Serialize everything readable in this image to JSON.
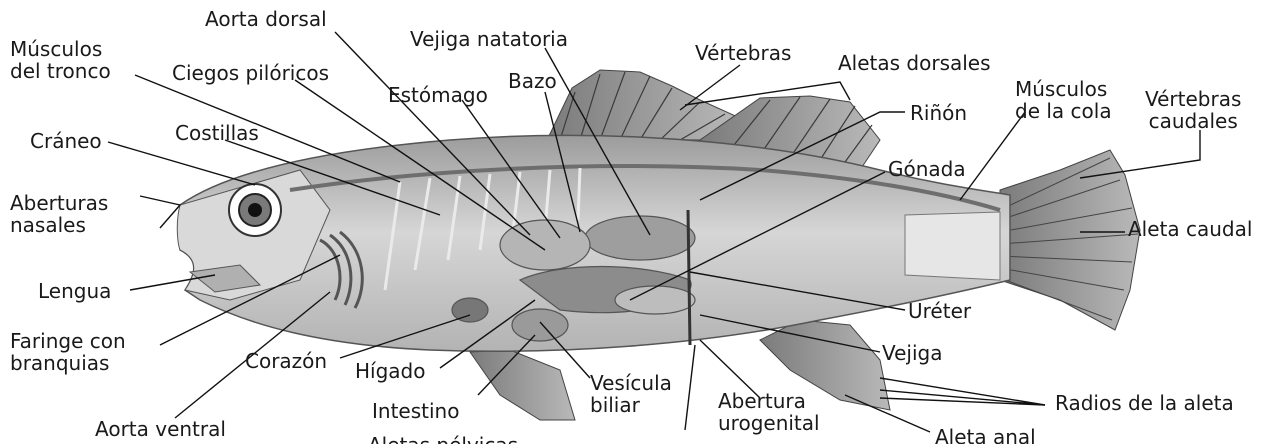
{
  "labels": {
    "aorta_dorsal": "Aorta dorsal",
    "musculos_tronco": "Músculos\ndel tronco",
    "vejiga_natatoria": "Vejiga natatoria",
    "ciegos_piloricos": "Ciegos pilóricos",
    "vertebras": "Vértebras",
    "aletas_dorsales": "Aletas dorsales",
    "bazo": "Bazo",
    "estomago": "Estómago",
    "musculos_cola": "Músculos\nde la cola",
    "vertebras_caudales": "Vértebras\ncaudales",
    "craneo": "Cráneo",
    "costillas": "Costillas",
    "rinon": "Riñón",
    "gonada": "Gónada",
    "aberturas_nasales": "Aberturas\nnasales",
    "aleta_caudal": "Aleta caudal",
    "lengua": "Lengua",
    "ureter": "Uréter",
    "faringe": "Faringe con\nbranquias",
    "corazon": "Corazón",
    "higado": "Hígado",
    "vejiga": "Vejiga",
    "vesicula": "Vesícula\nbiliar",
    "abertura_urogenital": "Abertura\nurogenital",
    "radios_aleta": "Radios de la aleta",
    "intestino": "Intestino",
    "aorta_ventral": "Aorta ventral",
    "aletas_pelvicas": "Aletas pélvicas",
    "aleta_anal": "Aleta anal"
  },
  "colors": {
    "body": "#c9c9c9",
    "body_dark": "#8f8f8f",
    "organ": "#a8a8a8",
    "line": "#111111",
    "text": "#1a1a1a"
  }
}
